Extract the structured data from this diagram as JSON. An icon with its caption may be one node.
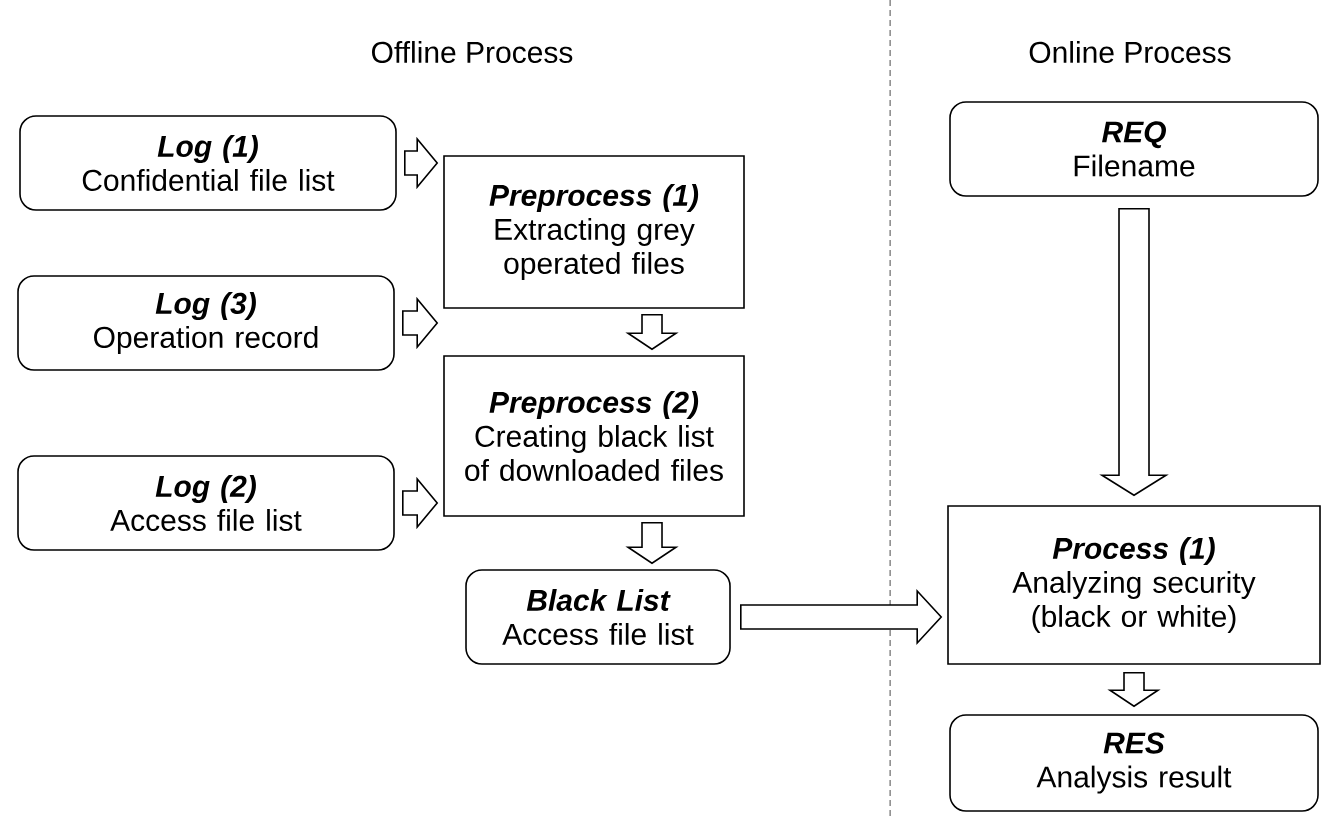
{
  "diagram": {
    "nodes": [
      {
        "text": [
          "Log (1)",
          "Confidential file list"
        ]
      },
      {
        "text": [
          "Log (3)",
          "Operation record"
        ]
      },
      {
        "text": [
          "Log (2)",
          "Access file list"
        ]
      },
      {
        "text": [
          "Preprocess (1)",
          "Extracting grey operated files"
        ]
      },
      {
        "text": [
          "Preprocess (2)",
          "Creating black list of downloaded files"
        ]
      },
      {
        "text": [
          "Black List",
          "Access file list"
        ]
      },
      {
        "text": [
          "REQ",
          "Filename"
        ]
      },
      {
        "text": [
          "Process (1)",
          "Analyzing security (black or white)"
        ]
      },
      {
        "text": [
          "RES",
          "Analysis result"
        ]
      }
    ],
    "edges": [
      {
        "from": 0,
        "to": 3,
        "arrow": "to"
      },
      {
        "from": 1,
        "to": 3,
        "arrow": "to"
      },
      {
        "from": 2,
        "to": 4,
        "arrow": "to"
      },
      {
        "from": 3,
        "to": 4,
        "arrow": "to"
      },
      {
        "from": 4,
        "to": 5,
        "arrow": "to"
      },
      {
        "from": 5,
        "to": 7,
        "arrow": "to"
      },
      {
        "from": 6,
        "to": 7,
        "arrow": "to"
      },
      {
        "from": 7,
        "to": 8,
        "arrow": "to"
      }
    ],
    "labels": [
      "Offline Process",
      "Online Process"
    ]
  }
}
